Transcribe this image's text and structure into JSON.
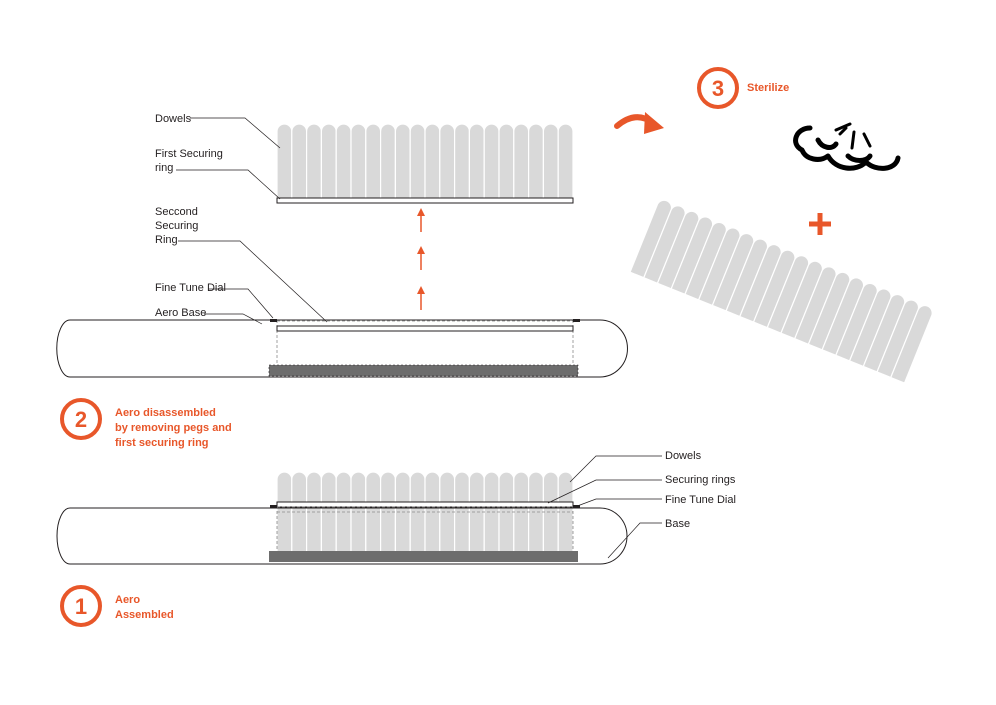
{
  "colors": {
    "accent": "#e8572a",
    "dowel": "#d9d9d9",
    "dowel_stroke": "#bdbdbd",
    "base_bar": "#6d6d6d",
    "line": "#231f20"
  },
  "steps": [
    {
      "number": "1",
      "lines": [
        "Aero",
        "Assembled"
      ]
    },
    {
      "number": "2",
      "lines": [
        "Aero  disassembled",
        "by removing pegs and",
        "first securing ring"
      ]
    },
    {
      "number": "3",
      "lines": [
        "Sterilize"
      ]
    }
  ],
  "disassembled_labels": {
    "dowels": "Dowels",
    "first_ring": [
      "First Securing",
      "ring"
    ],
    "second_ring": [
      "Seccond",
      "Securing",
      "Ring"
    ],
    "fine_tune": "Fine Tune Dial",
    "base": "Aero Base"
  },
  "assembled_labels": {
    "dowels": "Dowels",
    "rings": "Securing rings",
    "fine_tune": "Fine Tune Dial",
    "base": "Base"
  },
  "icons": [
    "steam-icon",
    "plus-icon",
    "curved-arrow-icon",
    "up-arrow-icon"
  ]
}
